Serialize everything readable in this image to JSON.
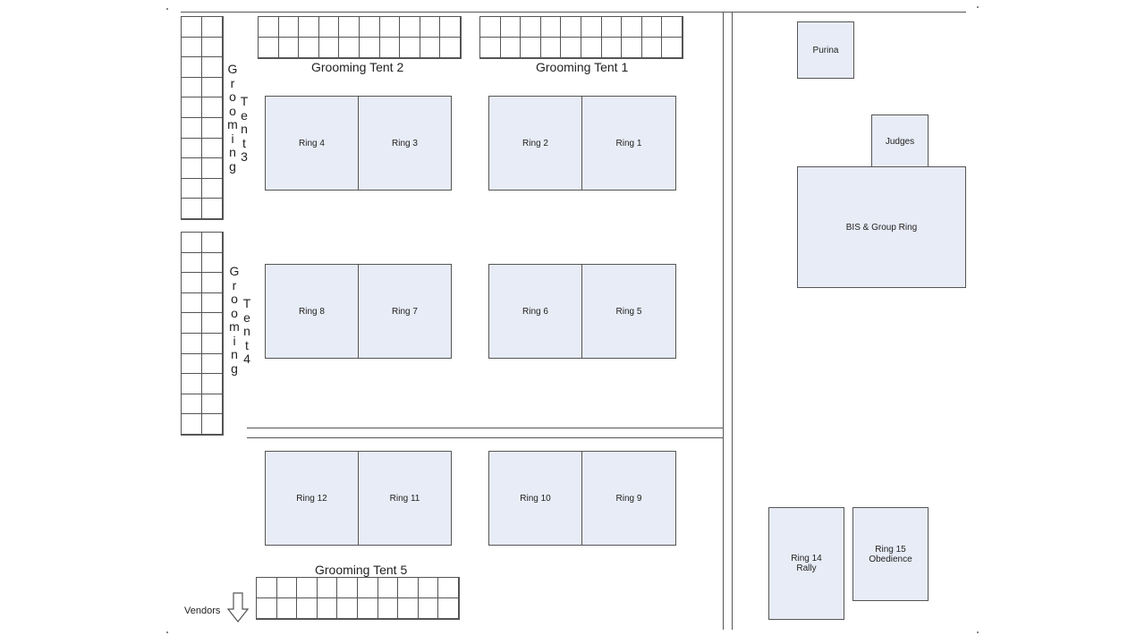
{
  "grooming_tents": {
    "tent1": "Grooming Tent 1",
    "tent2": "Grooming Tent 2",
    "tent3_word1": "Grooming",
    "tent3_word2": "Tent3",
    "tent4_word1": "Grooming",
    "tent4_word2": "Tent4",
    "tent5": "Grooming Tent 5"
  },
  "rings": {
    "ring1": "Ring 1",
    "ring2": "Ring 2",
    "ring3": "Ring 3",
    "ring4": "Ring 4",
    "ring5": "Ring 5",
    "ring6": "Ring 6",
    "ring7": "Ring 7",
    "ring8": "Ring 8",
    "ring9": "Ring 9",
    "ring10": "Ring 10",
    "ring11": "Ring 11",
    "ring12": "Ring 12",
    "ring14": "Ring 14\nRally",
    "ring15": "Ring 15\nObedience"
  },
  "areas": {
    "purina": "Purina",
    "judges": "Judges",
    "bis": "BIS & Group Ring",
    "vendors": "Vendors"
  },
  "colors": {
    "ring_fill": "#e8ecf6",
    "line": "#555555"
  }
}
